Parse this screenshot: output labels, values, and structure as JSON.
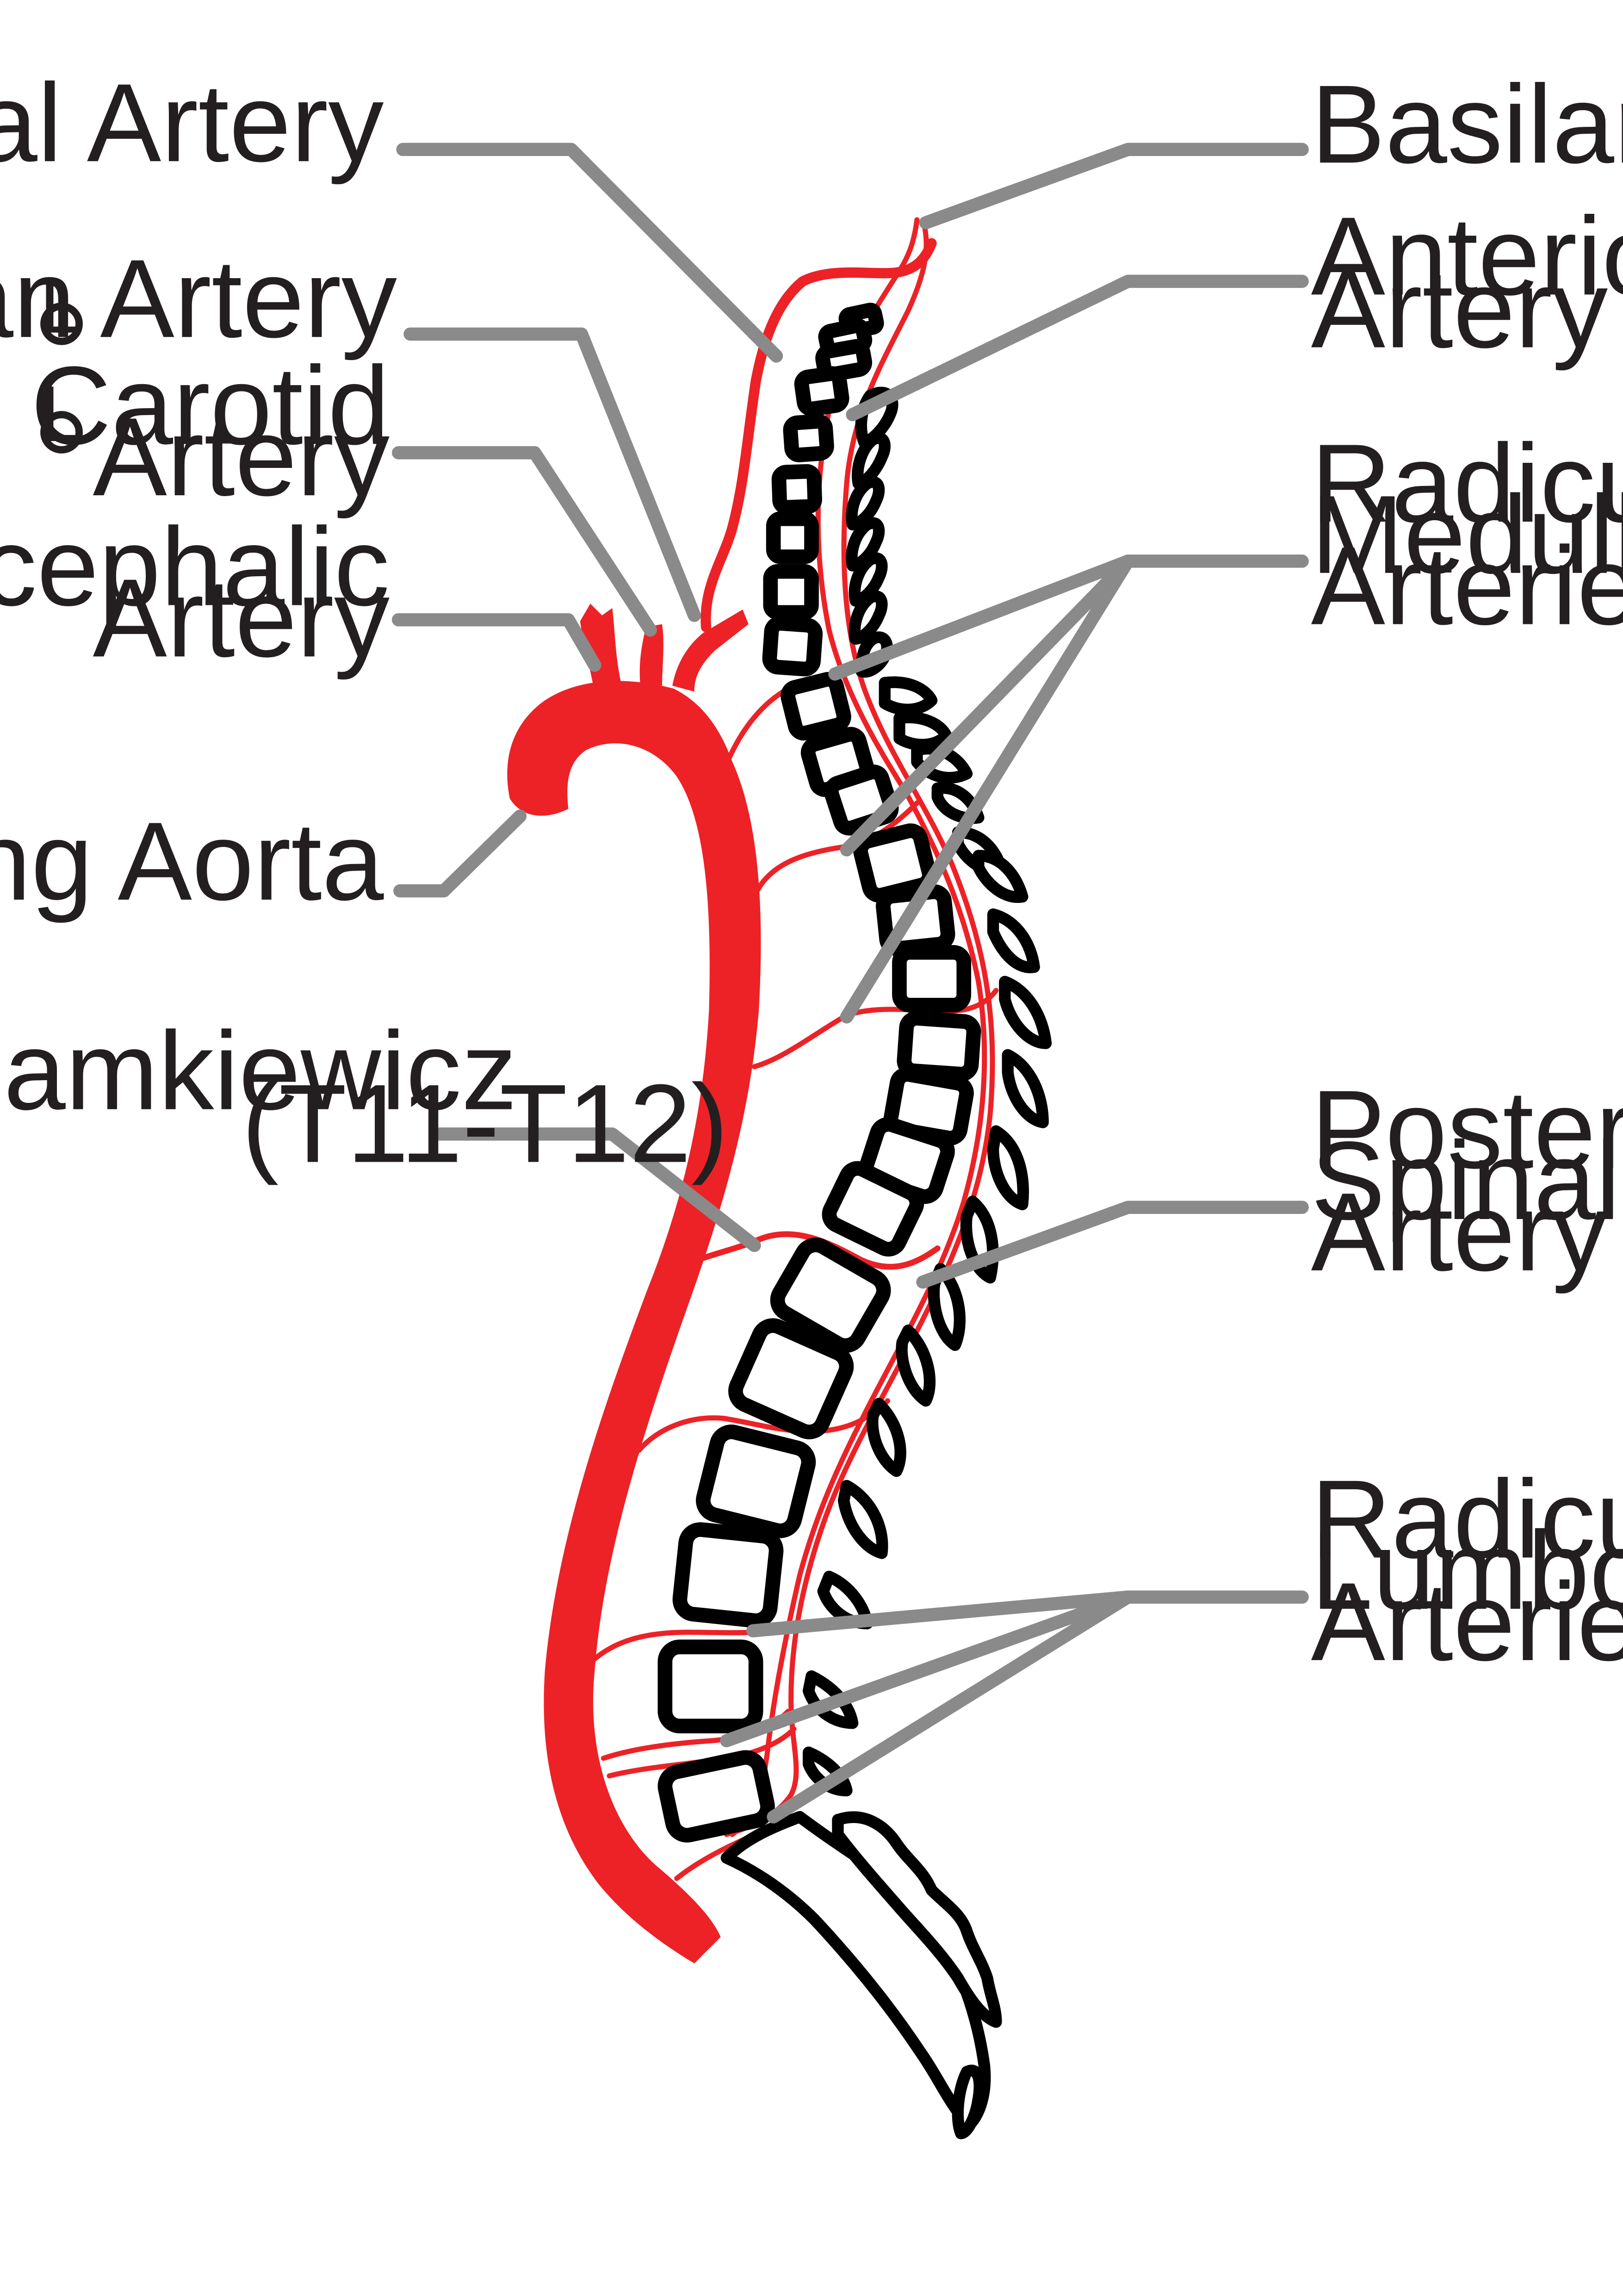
{
  "diagram": {
    "colors": {
      "artery": "#ec2227",
      "leader_line": "#8a8a8a",
      "bone_outline": "#000000",
      "text": "#231f20"
    },
    "left_labels": {
      "vertebral_artery": "Vertebral Artery",
      "subclavian_marker": "L",
      "subclavian_artery": "Subclavian Artery",
      "carotid_marker": "L",
      "common_carotid_line1": "Common Carotid",
      "common_carotid_line2": "Artery",
      "brachiocephalic_line1": "Brachiocephalic",
      "brachiocephalic_line2": "Artery",
      "ascending_aorta": "Ascending Aorta",
      "adamkiewicz_line1": "Artery of Adamkiewicz",
      "adamkiewicz_line2": "(T11-T12)"
    },
    "right_labels": {
      "basilar_artery": "Basilar Artery",
      "anterior_spinal_line1": "Anterior Spinal",
      "anterior_spinal_line2": "Artery",
      "radicular_medullary_line1": "Radicular",
      "radicular_medullary_line2": "Medullary",
      "radicular_medullary_line3": "Arteries",
      "posterior_spinal_line1": "Posterior",
      "posterior_spinal_line2": "Spinal",
      "posterior_spinal_line3": "Artery",
      "radicular_lumbosacral_line1": "Radicular",
      "radicular_lumbosacral_line2": "Lumbosacral",
      "radicular_lumbosacral_line3": "Arteries"
    }
  }
}
